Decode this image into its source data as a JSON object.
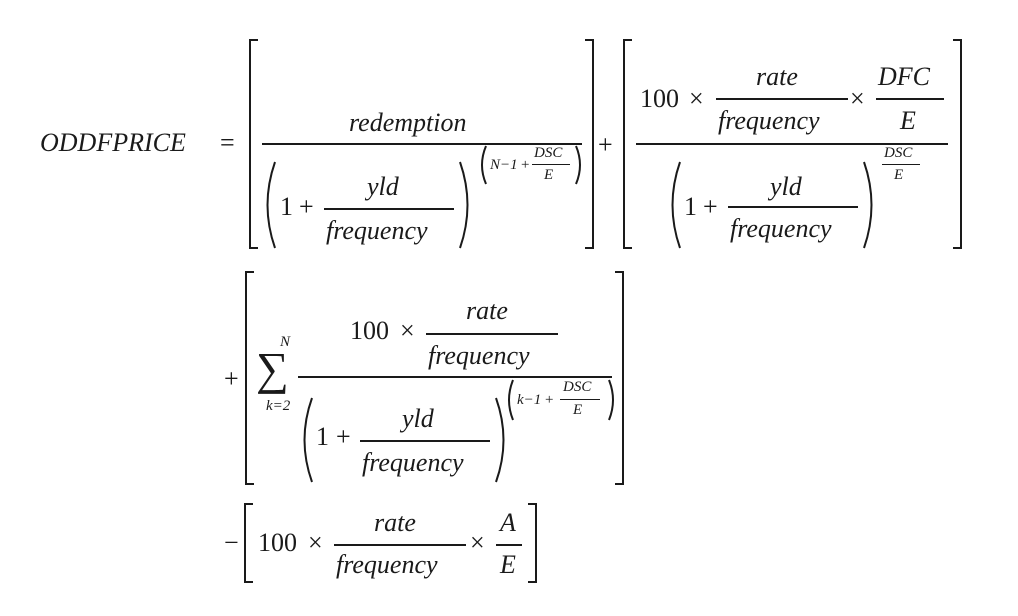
{
  "formula": {
    "lhs": "ODDFPRICE",
    "eq": "=",
    "plus": "+",
    "minus": "−",
    "times": "×",
    "one": "1",
    "hundred": "100",
    "redemption": "redemption",
    "yld": "yld",
    "frequency": "frequency",
    "rate": "rate",
    "DFC": "DFC",
    "DSC": "DSC",
    "E": "E",
    "A": "A",
    "N": "N",
    "k": "k",
    "k_eq_2": "k=2",
    "N_minus_1": "N−1",
    "k_minus_1": "k−1",
    "sigma": "∑"
  }
}
